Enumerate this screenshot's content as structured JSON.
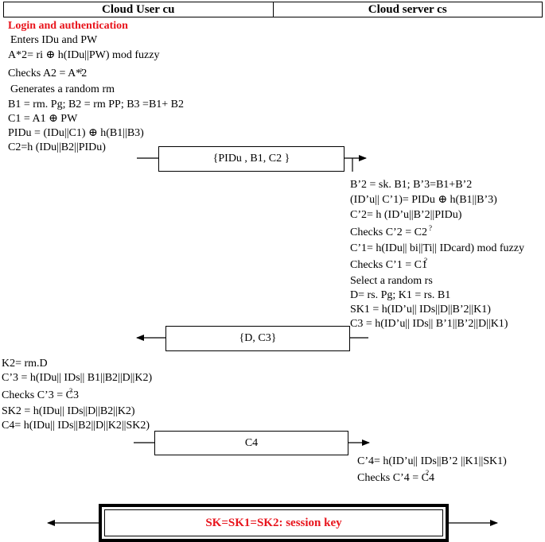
{
  "header": {
    "user_col": "Cloud User cu",
    "server_col": "Cloud server cs"
  },
  "phase_title": "Login and authentication",
  "user_steps_1": [
    "Enters IDu and PW",
    "A*2= ri ⊕ h(IDu||PW) mod fuzzy",
    "Checks A2 = A*2",
    "Generates a random rm",
    "B1 = rm. Pg; B2 = rm PP; B3 =B1+ B2",
    "C1 = A1 ⊕ PW",
    "PIDu = (IDu||C1) ⊕ h(B1||B3)",
    "C2=h (IDu||B2||PIDu)"
  ],
  "msg1": "{PIDu , B1, C2 }",
  "server_steps": [
    "B’2 = sk. B1; B’3=B1+B’2",
    "(ID’u|| C’1)= PIDu ⊕ h(B1||B’3)",
    "C’2= h (ID’u||B’2||PIDu)",
    "Checks C’2 = C2",
    "C’1= h(IDu|| bi||Ti|| IDcard) mod fuzzy",
    "Checks C’1 = C1",
    "Select a random rs",
    "D= rs. Pg; K1 = rs. B1",
    "SK1 = h(ID’u|| IDs||D||B’2||K1)",
    "C3 = h(ID’u|| IDs|| B’1||B’2||D||K1)"
  ],
  "msg2": "{D, C3}",
  "user_steps_2": [
    "K2= rm.D",
    "C’3 = h(IDu|| IDs|| B1||B2||D||K2)",
    "Checks C’3 = C3",
    "SK2 = h(IDu|| IDs||D||B2||K2)",
    "C4= h(IDu|| IDs||B2||D||K2||SK2)"
  ],
  "msg3": "C4",
  "server_steps_2": [
    "C’4= h(ID’u|| IDs||B’2 ||K1||SK1)",
    "Checks C’4 = C4"
  ],
  "session_key": "SK=SK1=SK2:  session key"
}
